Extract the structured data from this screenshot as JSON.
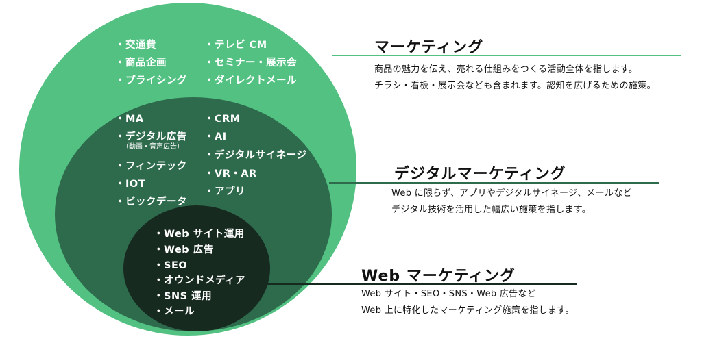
{
  "layers": {
    "marketing": {
      "heading": "マーケティング",
      "desc": [
        "商品の魅力を伝え、売れる仕組みをつくる活動全体を指します。",
        "チラシ・看板・展示会なども含まれます。認知を広げるための施策。"
      ],
      "items_left": [
        "・交通費",
        "・商品企画",
        "・プライシング"
      ],
      "items_right": [
        "・テレビ CM",
        "・セミナー・展示会",
        "・ダイレクトメール"
      ],
      "color": "#52c182"
    },
    "digital": {
      "heading": "デジタルマーケティング",
      "desc": [
        "Web に限らず、アプリやデジタルサイネージ、メールなど",
        "デジタル技術を活用した幅広い施策を指します。"
      ],
      "items_left": [
        "・MA",
        "・デジタル広告",
        "・フィンテック",
        "・IOT",
        "・ビックデータ"
      ],
      "items_left_sub": "（動画・音声広告）",
      "items_right": [
        "・CRM",
        "・AI",
        "・デジタルサイネージ",
        "・VR・AR",
        "・アプリ"
      ],
      "color": "#2e6b4c"
    },
    "web": {
      "heading": "Web マーケティング",
      "desc": [
        "Web サイト・SEO・SNS・Web 広告など",
        "Web 上に特化したマーケティング施策を指します。"
      ],
      "items": [
        "・Web サイト運用",
        "・Web 広告",
        "・SEO",
        "・オウンドメディア",
        "・SNS 運用",
        "・メール"
      ],
      "color": "#172a20"
    }
  }
}
